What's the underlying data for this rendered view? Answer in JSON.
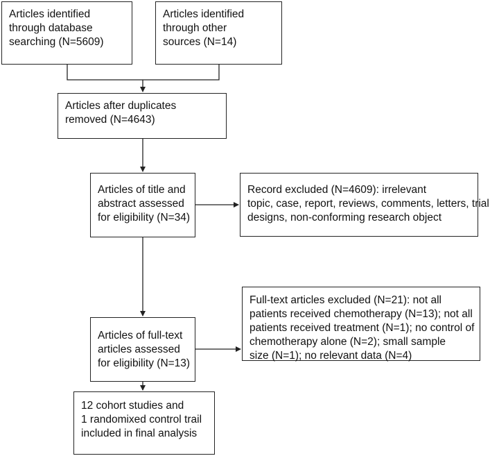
{
  "boxes": {
    "database": {
      "lines": [
        "Articles identified",
        "through database",
        "searching (N=5609)"
      ]
    },
    "other": {
      "lines": [
        "Articles identified",
        "through other",
        "sources (N=14)"
      ]
    },
    "duplicates": {
      "lines": [
        "Articles after duplicates",
        "removed (N=4643)"
      ]
    },
    "title_abstract": {
      "lines": [
        "Articles of title and",
        "abstract assessed",
        "for eligibility (N=34)"
      ]
    },
    "record_excluded": {
      "lines": [
        "Record excluded (N=4609): irrelevant",
        "topic, case, report, reviews, comments, letters, trial",
        "designs, non-conforming research object"
      ]
    },
    "full_text": {
      "lines": [
        "Articles of full-text",
        "articles assessed",
        "for eligibility (N=13)"
      ]
    },
    "fulltext_excluded": {
      "lines": [
        "Full-text articles excluded (N=21): not all",
        "patients received chemotherapy (N=13); not all",
        "patients received treatment (N=1); no control of",
        "chemotherapy alone (N=2); small sample",
        "size (N=1); no relevant data (N=4)"
      ]
    },
    "included": {
      "lines": [
        "12 cohort studies and",
        "1 randomixed control trail",
        "included in final analysis"
      ]
    }
  }
}
